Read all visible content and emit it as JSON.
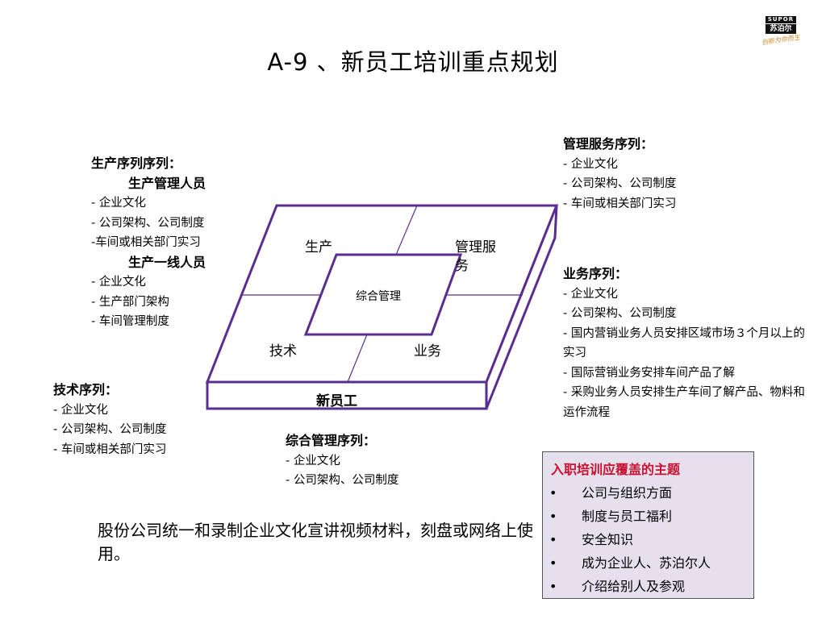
{
  "title": "A-9 、新员工培训重点规划",
  "logo": {
    "brand_top": "SUPOR",
    "brand_cn": "苏泊尔",
    "slogan": "创新为你而生"
  },
  "production": {
    "heading": "生产序列序列：",
    "managers": {
      "label": "生产管理人员",
      "items": [
        "- 企业文化",
        "- 公司架构、公司制度",
        "-车间或相关部门实习"
      ]
    },
    "frontline": {
      "label": "生产一线人员",
      "items": [
        "- 企业文化",
        "- 生产部门架构",
        "- 车间管理制度"
      ]
    }
  },
  "technical": {
    "heading": "技术序列：",
    "items": [
      "- 企业文化",
      "- 公司架构、公司制度",
      "- 车间或相关部门实习"
    ]
  },
  "admin": {
    "heading": "综合管理序列：",
    "items": [
      "- 企业文化",
      "- 公司架构、公司制度"
    ]
  },
  "management_service": {
    "heading": "管理服务序列：",
    "items": [
      "- 企业文化",
      "- 公司架构、公司制度",
      "- 车间或相关部门实习"
    ]
  },
  "business": {
    "heading": "业务序列：",
    "items": [
      "- 企业文化",
      "- 公司架构、公司制度",
      "- 国内营销业务人员安排区域市场３个月以上的实习",
      "- 国际营销业务安排车间产品了解",
      "- 采购业务人员安排生产车间了解产品、物料和运作流程"
    ]
  },
  "diagram": {
    "q_production": "生产",
    "q_management_service_1": "管理服",
    "q_management_service_2": "务",
    "q_technical": "技术",
    "q_business": "业务",
    "center": "综合管理",
    "base": "新员工"
  },
  "note": "股份公司统一和录制企业文化宣讲视频材料，刻盘或网络上使用。",
  "themes": {
    "title": "入职培训应覆盖的主题",
    "bullet": "•",
    "items": [
      "公司与组织方面",
      "制度与员工福利",
      "安全知识",
      "成为企业人、苏泊尔人",
      "介绍给别人及参观"
    ]
  },
  "colors": {
    "outline": "#5b2d90",
    "theme_title": "#c8102e",
    "theme_bg": "#e6e0ee"
  }
}
